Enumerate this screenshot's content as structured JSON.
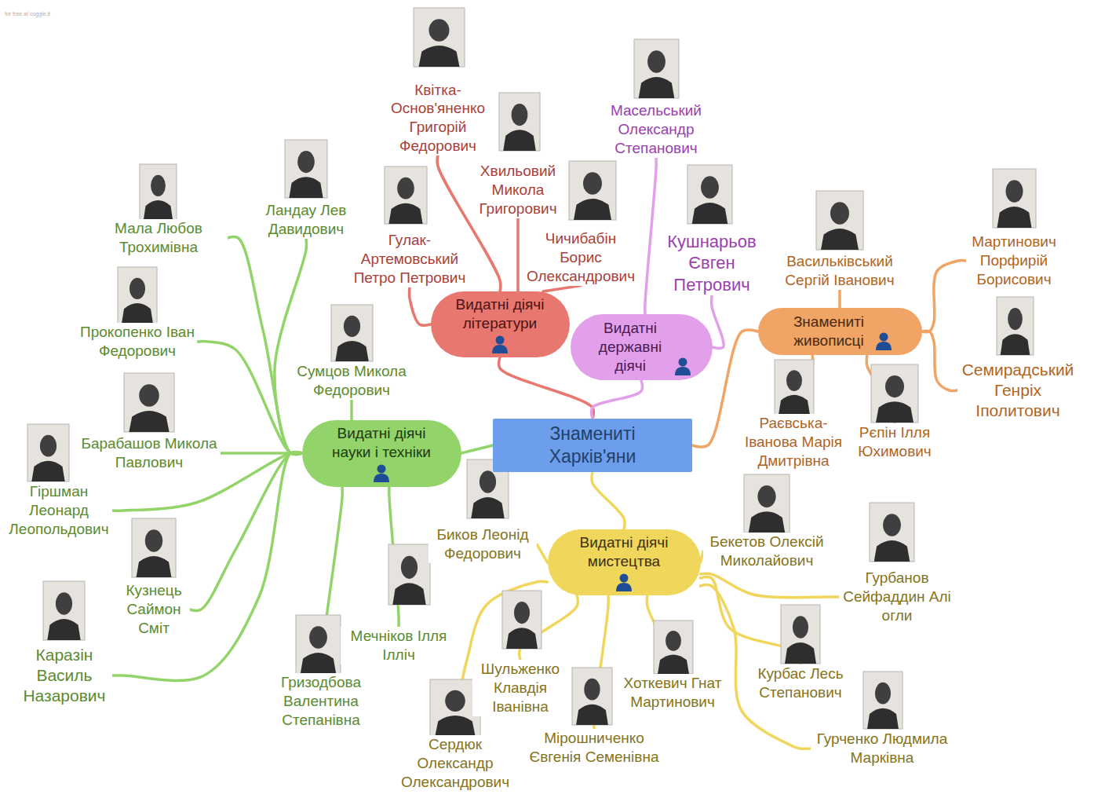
{
  "diagram": {
    "nodes": [
      {
        "text": [
          "Знамениті Харків'яни"
        ]
      },
      {
        "text": [
          "Видатні діячі літератури"
        ]
      },
      {
        "text": [
          "Видатні державні діячі"
        ]
      },
      {
        "text": [
          "Знамениті живописці"
        ]
      },
      {
        "text": [
          "Видатні діячі науки і техніки"
        ]
      },
      {
        "text": [
          "Видатні діячі мистецтва"
        ]
      },
      {
        "text": [
          "Квітка-Основ'яненко Григорій Федорович"
        ]
      },
      {
        "text": [
          "Хвильовий Микола Григорович"
        ]
      },
      {
        "text": [
          "Гулак-Артемовський Петро Петрович"
        ]
      },
      {
        "text": [
          "Чичибабін Борис Олександрович"
        ]
      },
      {
        "text": [
          "Масельський Олександр Степанович"
        ]
      },
      {
        "text": [
          "Кушнарьов Євген Петрович"
        ]
      },
      {
        "text": [
          "Васильківський Сергій Іванович"
        ]
      },
      {
        "text": [
          "Мартинович Порфирій Борисович"
        ]
      },
      {
        "text": [
          "Семирадський Генріх Іполитович"
        ]
      },
      {
        "text": [
          "Раєвська-Іванова Марія Дмитрівна"
        ]
      },
      {
        "text": [
          "Рєпін Ілля Юхимович"
        ]
      },
      {
        "text": [
          "Мала Любов Трохимівна"
        ]
      },
      {
        "text": [
          "Ландау Лев Давидович"
        ]
      },
      {
        "text": [
          "Прокопенко Іван Федорович"
        ]
      },
      {
        "text": [
          "Сумцов Микола Федорович"
        ]
      },
      {
        "text": [
          "Барабашов Микола Павлович"
        ]
      },
      {
        "text": [
          "Гіршман Леонард Леопольдович"
        ]
      },
      {
        "text": [
          "Кузнець Саймон Сміт"
        ]
      },
      {
        "text": [
          "Каразін Василь Назарович"
        ]
      },
      {
        "text": [
          "Гризодбова Валентина Степанівна"
        ]
      },
      {
        "text": [
          "Мечніков Ілля Ілліч"
        ]
      },
      {
        "text": [
          "Биков Леонід Федорович"
        ]
      },
      {
        "text": [
          "Бекетов Олексій Миколайович"
        ]
      },
      {
        "text": [
          "Гурбанов Сейфаддин Алі огли"
        ]
      },
      {
        "text": [
          "Шульженко Клавдія Іванівна"
        ]
      },
      {
        "text": [
          "Хоткевич Гнат Мартинович"
        ]
      },
      {
        "text": [
          "Курбас Лесь Степанович"
        ]
      },
      {
        "text": [
          "Мірошниченко Євгенія Семенівна"
        ]
      },
      {
        "text": [
          "Сердюк Олександр Олександрович"
        ]
      },
      {
        "text": [
          "Гурченко Людмила Марківна"
        ]
      }
    ],
    "edges": [
      {
        "from": 0,
        "to": 1,
        "arrow": "none"
      },
      {
        "from": 0,
        "to": 2,
        "arrow": "none"
      },
      {
        "from": 0,
        "to": 3,
        "arrow": "none"
      },
      {
        "from": 0,
        "to": 4,
        "arrow": "none"
      },
      {
        "from": 0,
        "to": 5,
        "arrow": "none"
      },
      {
        "from": 1,
        "to": 6,
        "arrow": "none"
      },
      {
        "from": 1,
        "to": 7,
        "arrow": "none"
      },
      {
        "from": 1,
        "to": 8,
        "arrow": "none"
      },
      {
        "from": 1,
        "to": 9,
        "arrow": "none"
      },
      {
        "from": 2,
        "to": 10,
        "arrow": "none"
      },
      {
        "from": 2,
        "to": 11,
        "arrow": "none"
      },
      {
        "from": 3,
        "to": 12,
        "arrow": "none"
      },
      {
        "from": 3,
        "to": 13,
        "arrow": "none"
      },
      {
        "from": 3,
        "to": 14,
        "arrow": "none"
      },
      {
        "from": 3,
        "to": 15,
        "arrow": "none"
      },
      {
        "from": 3,
        "to": 16,
        "arrow": "none"
      },
      {
        "from": 4,
        "to": 17,
        "arrow": "none"
      },
      {
        "from": 4,
        "to": 18,
        "arrow": "none"
      },
      {
        "from": 4,
        "to": 19,
        "arrow": "none"
      },
      {
        "from": 4,
        "to": 20,
        "arrow": "none"
      },
      {
        "from": 4,
        "to": 21,
        "arrow": "none"
      },
      {
        "from": 4,
        "to": 22,
        "arrow": "none"
      },
      {
        "from": 4,
        "to": 23,
        "arrow": "none"
      },
      {
        "from": 4,
        "to": 24,
        "arrow": "none"
      },
      {
        "from": 4,
        "to": 25,
        "arrow": "none"
      },
      {
        "from": 4,
        "to": 26,
        "arrow": "none"
      },
      {
        "from": 5,
        "to": 27,
        "arrow": "none"
      },
      {
        "from": 5,
        "to": 28,
        "arrow": "none"
      },
      {
        "from": 5,
        "to": 29,
        "arrow": "none"
      },
      {
        "from": 5,
        "to": 30,
        "arrow": "none"
      },
      {
        "from": 5,
        "to": 31,
        "arrow": "none"
      },
      {
        "from": 5,
        "to": 32,
        "arrow": "none"
      },
      {
        "from": 5,
        "to": 33,
        "arrow": "none"
      },
      {
        "from": 5,
        "to": 34,
        "arrow": "none"
      },
      {
        "from": 5,
        "to": 35,
        "arrow": "none"
      }
    ],
    "labels": [
      "for free at coggle.it"
    ]
  }
}
